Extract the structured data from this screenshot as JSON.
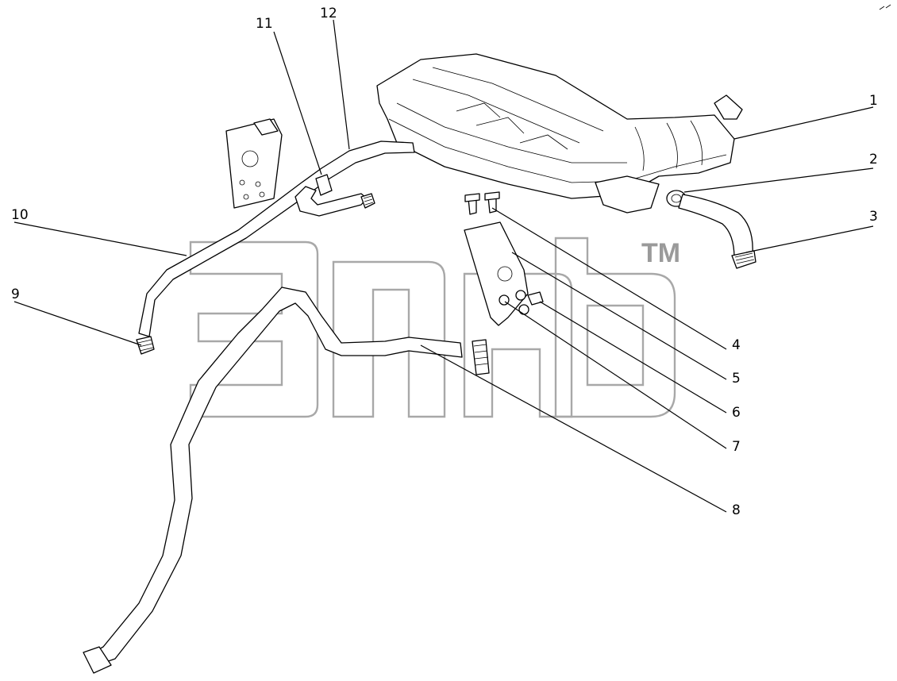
{
  "diagram": {
    "callouts": [
      "1",
      "2",
      "3",
      "4",
      "5",
      "6",
      "7",
      "8",
      "9",
      "10",
      "11",
      "12"
    ],
    "watermark_mark": "TM"
  }
}
